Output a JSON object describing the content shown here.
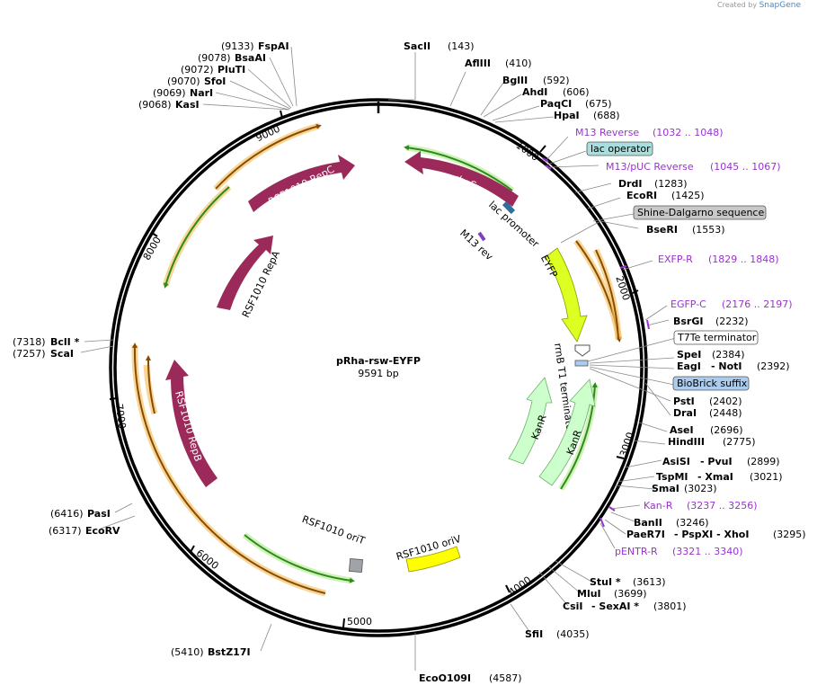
{
  "app": {
    "created_by": "Created by",
    "brand": "SnapGene"
  },
  "plasmid": {
    "name": "pRha-rsw-EYFP",
    "size_label": "9591 bp",
    "length_bp": 9591
  },
  "tick_labels": [
    "1000",
    "2000",
    "3000",
    "4000",
    "5000",
    "6000",
    "7000",
    "8000",
    "9000"
  ],
  "features": [
    {
      "name": "RSF1010 RepC",
      "color": "#9b2a5a",
      "label_color": "#ffffff"
    },
    {
      "name": "RSF1010 RepA",
      "color": "#9b2a5a",
      "label_color": "#000000"
    },
    {
      "name": "RSF1010 RepB",
      "color": "#9b2a5a",
      "label_color": "#ffffff"
    },
    {
      "name": "rhaS",
      "color": "#9b2a5a",
      "label_color": "#ffffff"
    },
    {
      "name": "lac promoter",
      "color": "#2f6fa0"
    },
    {
      "name": "M13 rev",
      "color": "#7f3fbf"
    },
    {
      "name": "EYFP",
      "color": "#ddff22"
    },
    {
      "name": "rrnB T1 terminator",
      "color": "#ffffff"
    },
    {
      "name": "KanR",
      "color": "#ccffcc"
    },
    {
      "name": "KanR",
      "color": "#ccffcc"
    },
    {
      "name": "RSF1010 oriT",
      "color": "#a0a4a8"
    },
    {
      "name": "RSF1010 oriV",
      "color": "#ffff00"
    }
  ],
  "sites": [
    {
      "name": "SacII",
      "pos": "(143)"
    },
    {
      "name": "AflIII",
      "pos": "(410)"
    },
    {
      "name": "BglII",
      "pos": "(592)"
    },
    {
      "name": "AhdI",
      "pos": "(606)"
    },
    {
      "name": "PaqCI",
      "pos": "(675)"
    },
    {
      "name": "HpaI",
      "pos": "(688)"
    },
    {
      "name": "M13 Reverse",
      "pos": "(1032 .. 1048)",
      "primer": true
    },
    {
      "name": "lac operator",
      "box": "#aadddd"
    },
    {
      "name": "M13/pUC Reverse",
      "pos": "(1045 .. 1067)",
      "primer": true
    },
    {
      "name": "DrdI",
      "pos": "(1283)"
    },
    {
      "name": "EcoRI",
      "pos": "(1425)"
    },
    {
      "name": "Shine-Dalgarno sequence",
      "box": "#c8c8c8"
    },
    {
      "name": "BseRI",
      "pos": "(1553)"
    },
    {
      "name": "EXFP-R",
      "pos": "(1829 .. 1848)",
      "primer": true
    },
    {
      "name": "EGFP-C",
      "pos": "(2176 .. 2197)",
      "primer": true
    },
    {
      "name": "BsrGI",
      "pos": "(2232)"
    },
    {
      "name": "T7Te terminator",
      "box": "#ffffff"
    },
    {
      "name": "SpeI",
      "pos": "(2384)"
    },
    {
      "name": "EagI",
      "mid": "- NotI",
      "pos": "(2392)"
    },
    {
      "name": "BioBrick suffix",
      "box": "#aaccee"
    },
    {
      "name": "PstI",
      "pos": "(2402)"
    },
    {
      "name": "DraI",
      "pos": "(2448)"
    },
    {
      "name": "AseI",
      "pos": "(2696)"
    },
    {
      "name": "HindIII",
      "pos": "(2775)"
    },
    {
      "name": "AsiSI",
      "mid": "- PvuI",
      "pos": "(2899)"
    },
    {
      "name": "TspMI",
      "mid": "- XmaI",
      "pos": "(3021)"
    },
    {
      "name": "SmaI",
      "pos": "(3023)"
    },
    {
      "name": "Kan-R",
      "pos": "(3237 .. 3256)",
      "primer": true
    },
    {
      "name": "BanII",
      "pos": "(3246)"
    },
    {
      "name": "PaeR7I",
      "mid": "- PspXI  - XhoI",
      "pos": "(3295)"
    },
    {
      "name": "pENTR-R",
      "pos": "(3321 .. 3340)",
      "primer": true
    },
    {
      "name": "StuI *",
      "pos": "(3613)"
    },
    {
      "name": "MluI",
      "pos": "(3699)"
    },
    {
      "name": "CsiI",
      "mid": "- SexAI *",
      "pos": "(3801)"
    },
    {
      "name": "SfiI",
      "pos": "(4035)"
    },
    {
      "name": "EcoO109I",
      "pos": "(4587)"
    },
    {
      "name": "BstZ17I",
      "pos": "(5410)"
    },
    {
      "name": "EcoRV",
      "pos": "(6317)"
    },
    {
      "name": "PasI",
      "pos": "(6416)"
    },
    {
      "name": "ScaI",
      "pos": "(7257)"
    },
    {
      "name": "BclI *",
      "pos": "(7318)"
    },
    {
      "name": "KasI",
      "pos": "(9068)"
    },
    {
      "name": "NarI",
      "pos": "(9069)"
    },
    {
      "name": "SfoI",
      "pos": "(9070)"
    },
    {
      "name": "PluTI",
      "pos": "(9072)"
    },
    {
      "name": "BsaAI",
      "pos": "(9078)"
    },
    {
      "name": "FspAI",
      "pos": "(9133)"
    }
  ]
}
